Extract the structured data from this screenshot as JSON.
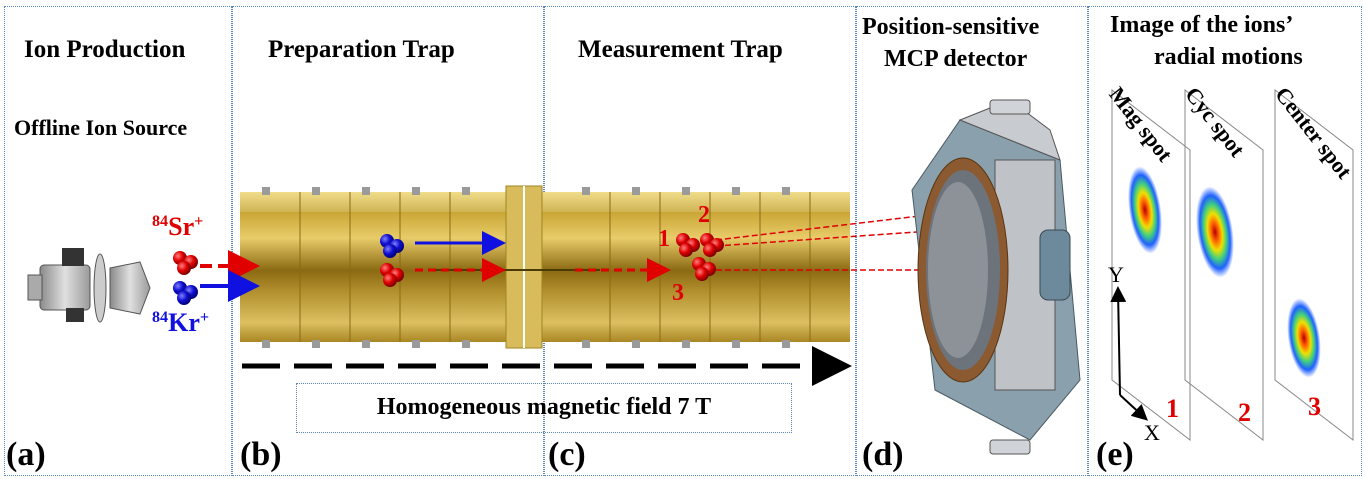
{
  "panels": {
    "a": {
      "title": "Ion Production",
      "subtitle": "Offline Ion Source",
      "label": "(a)"
    },
    "b": {
      "title": "Preparation Trap",
      "label": "(b)"
    },
    "c": {
      "title": "Measurement Trap",
      "label": "(c)"
    },
    "d": {
      "title_line1": "Position-sensitive",
      "title_line2": "MCP detector",
      "label": "(d)"
    },
    "e": {
      "title_line1": "Image of the ions’",
      "title_line2": "radial motions",
      "label": "(e)"
    }
  },
  "ions": {
    "sr": {
      "mass": "84",
      "symbol": "Sr",
      "charge": "+"
    },
    "kr": {
      "mass": "84",
      "symbol": "Kr",
      "charge": "+"
    }
  },
  "trap_positions": [
    "1",
    "2",
    "3"
  ],
  "field_label": "Homogeneous magnetic field 7 T",
  "spots": [
    {
      "label": "Mag spot",
      "number": "1"
    },
    {
      "label": "Cyc spot",
      "number": "2"
    },
    {
      "label": "Center spot",
      "number": "3"
    }
  ],
  "axes": {
    "x": "X",
    "y": "Y"
  },
  "colors": {
    "red_ion": "#e00000",
    "blue_ion": "#1010e0",
    "gold_trap": "#d4b040",
    "frame": "#5b86b8"
  }
}
